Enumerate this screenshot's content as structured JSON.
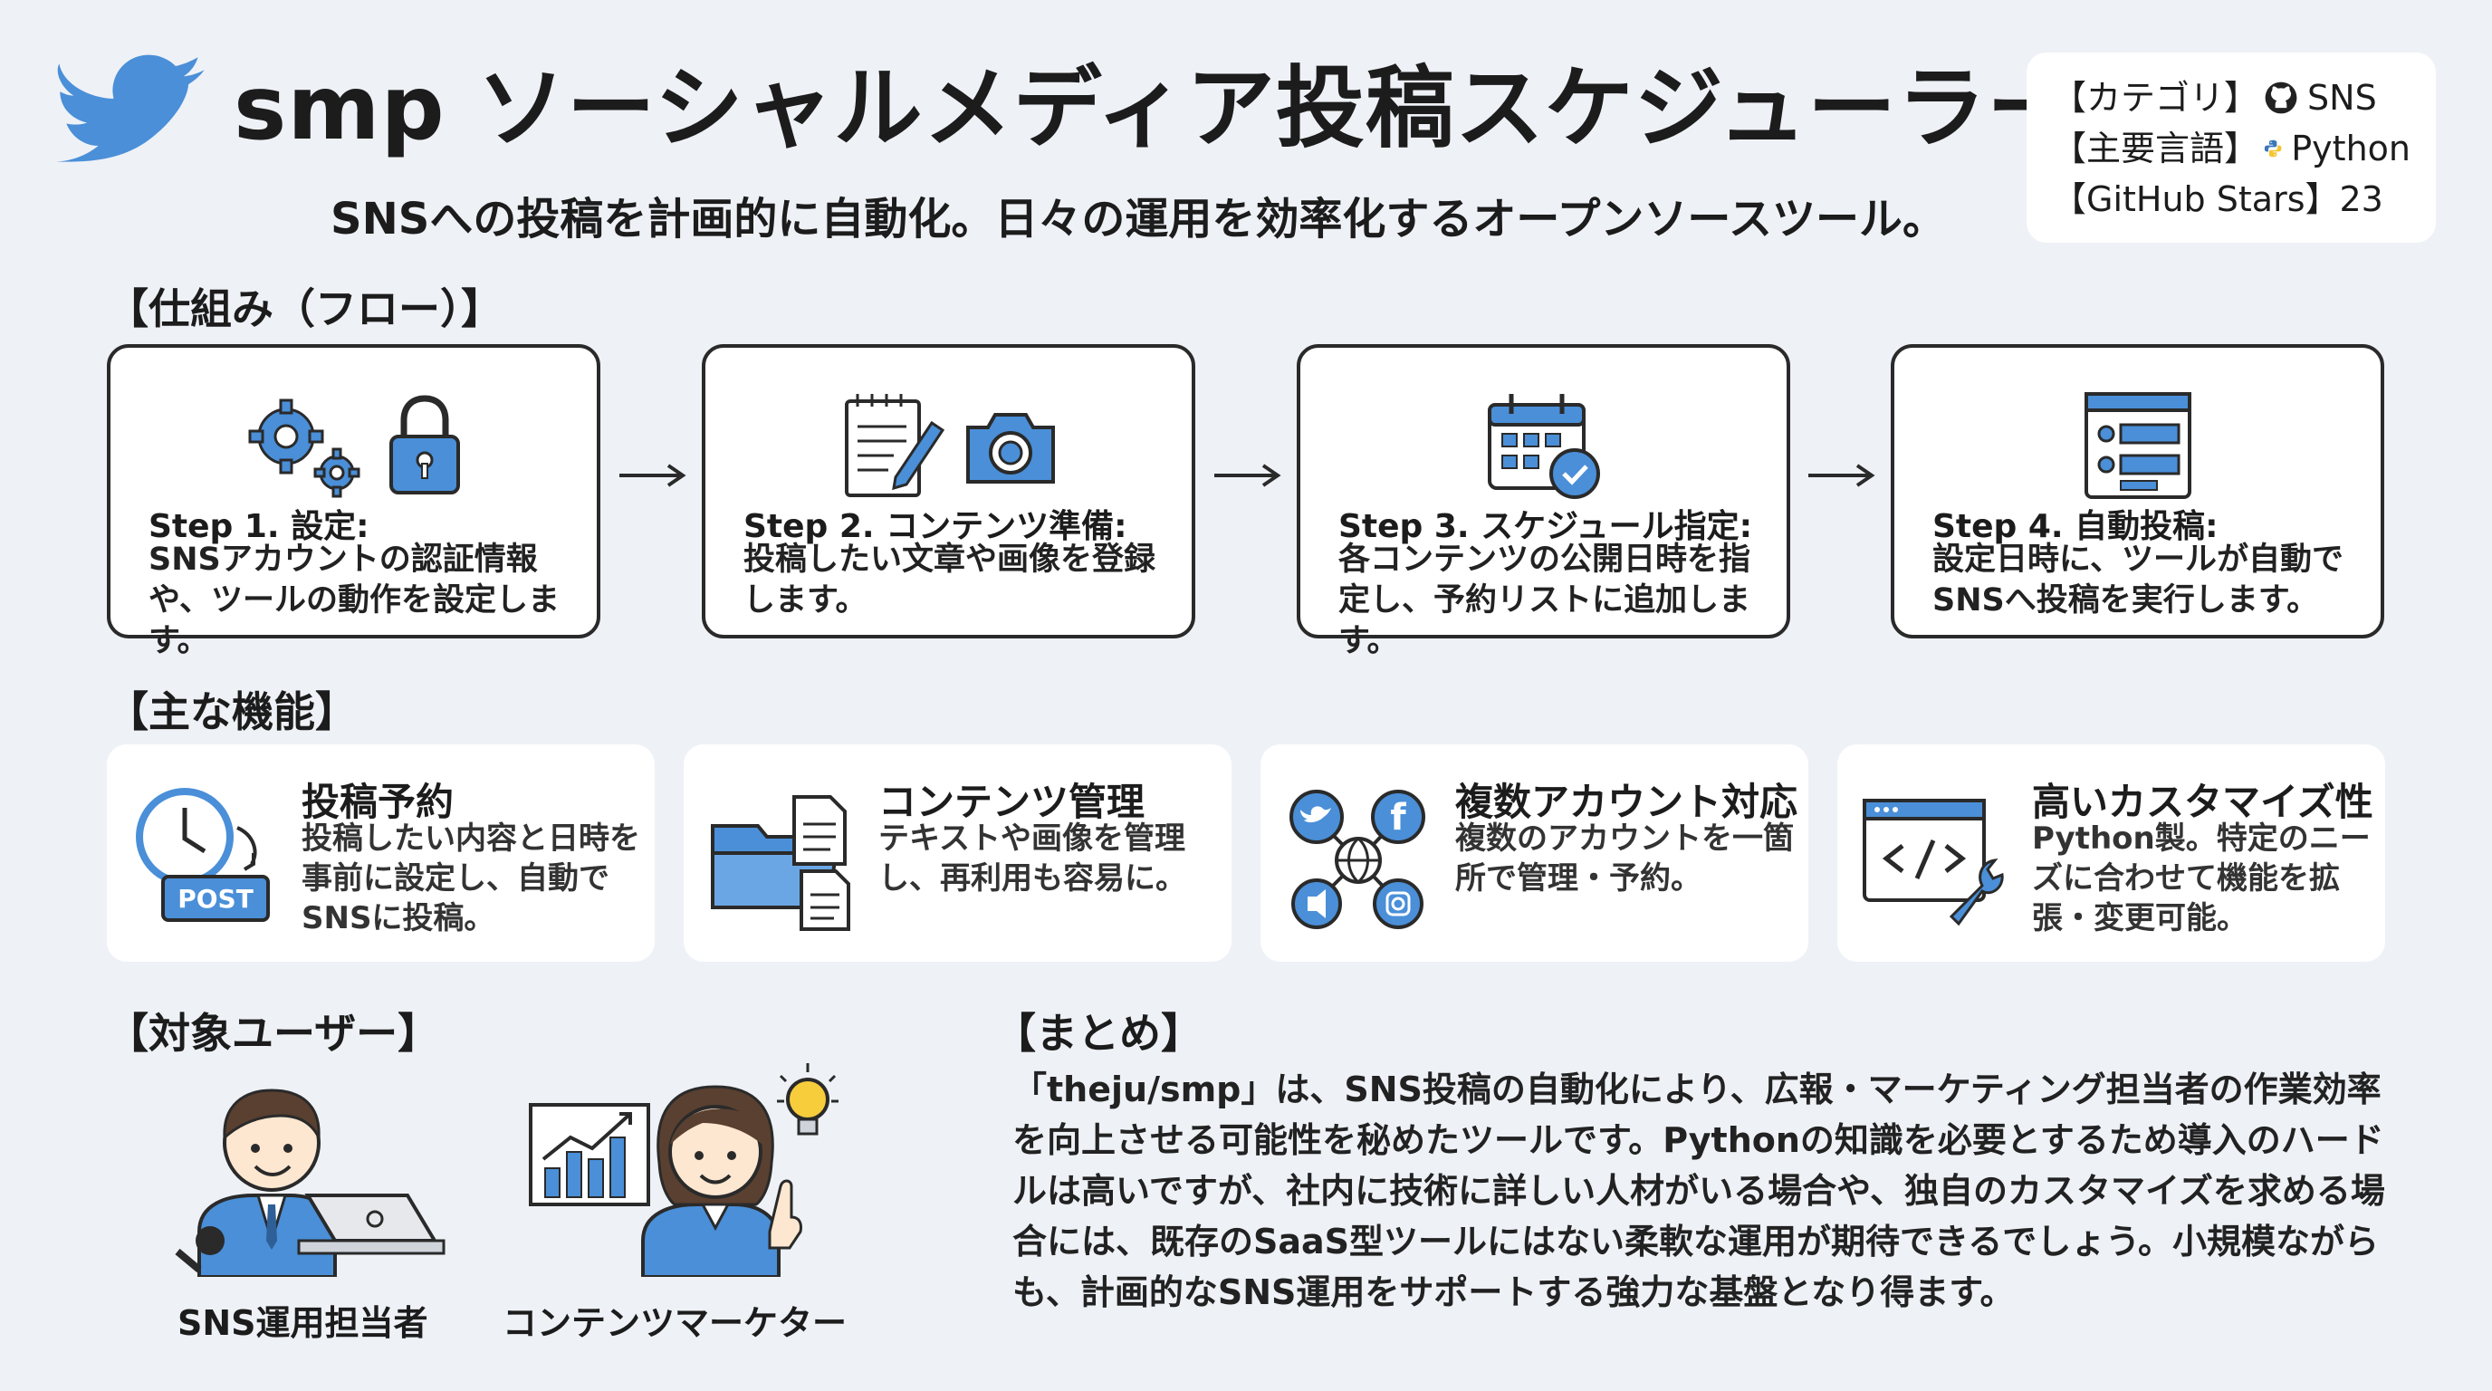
{
  "header": {
    "title": "smp ソーシャルメディア投稿スケジューラー",
    "subtitle": "SNSへの投稿を計画的に自動化。日々の運用を効率化するオープンソースツール。"
  },
  "meta": {
    "category_label": "【カテゴリ】",
    "category_value": "SNS",
    "language_label": "【主要言語】",
    "language_value": "Python",
    "stars_label": "【GitHub Stars】",
    "stars_value": "23"
  },
  "flow": {
    "heading": "【仕組み（フロー）】",
    "steps": [
      {
        "title": "Step 1. 設定:",
        "desc": "SNSアカウントの認証情報や、ツールの動作を設定します。"
      },
      {
        "title": "Step 2. コンテンツ準備:",
        "desc": "投稿したい文章や画像を登録します。"
      },
      {
        "title": "Step 3. スケジュール指定:",
        "desc": "各コンテンツの公開日時を指定し、予約リストに追加します。"
      },
      {
        "title": "Step 4. 自動投稿:",
        "desc": "設定日時に、ツールが自動でSNSへ投稿を実行します。"
      }
    ]
  },
  "features": {
    "heading": "【主な機能】",
    "items": [
      {
        "title": "投稿予約",
        "desc": "投稿したい内容と日時を事前に設定し、自動でSNSに投稿。",
        "badge": "POST"
      },
      {
        "title": "コンテンツ管理",
        "desc": "テキストや画像を管理し、再利用も容易に。"
      },
      {
        "title": "複数アカウント対応",
        "desc": "複数のアカウントを一箇所で管理・予約。"
      },
      {
        "title": "高いカスタマイズ性",
        "desc": "Python製。特定のニーズに合わせて機能を拡張・変更可能。"
      }
    ]
  },
  "users": {
    "heading": "【対象ユーザー】",
    "items": [
      {
        "label": "SNS運用担当者"
      },
      {
        "label": "コンテンツマーケター"
      }
    ]
  },
  "summary": {
    "heading": "【まとめ】",
    "text": "「theju/smp」は、SNS投稿の自動化により、広報・マーケティング担当者の作業効率を向上させる可能性を秘めたツールです。Pythonの知識を必要とするため導入のハードルは高いですが、社内に技術に詳しい人材がいる場合や、独自のカスタマイズを求める場合には、既存のSaaS型ツールにはない柔軟な運用が期待できるでしょう。小規模ながらも、計画的なSNS運用をサポートする強力な基盤となり得ます。"
  },
  "colors": {
    "accent": "#4a8fd8",
    "background": "#eef1f6",
    "ink": "#2a2a2a"
  },
  "icons": [
    "bird-icon",
    "github-icon",
    "python-icon",
    "gear-icon",
    "padlock-icon",
    "notepad-pencil-icon",
    "camera-icon",
    "calendar-check-icon",
    "dashboard-window-icon",
    "right-arrow-icon",
    "clock-post-icon",
    "folder-documents-icon",
    "social-network-icon",
    "code-wrench-icon",
    "man-microphone-icon",
    "woman-chart-icon"
  ]
}
